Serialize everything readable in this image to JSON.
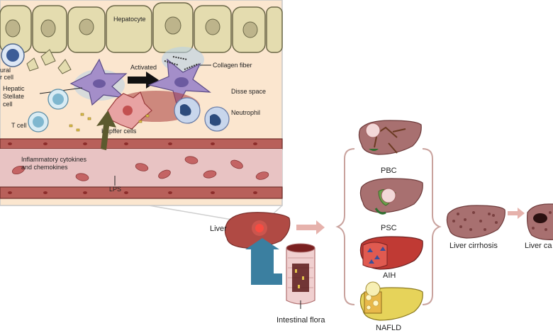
{
  "inset": {
    "labels": {
      "hepatocyte": "Hepatocyte",
      "natural_killer": "ural\nr cell",
      "activated": "Activated",
      "collagen_fiber": "Collagen fiber",
      "hepatic_stellate": "Hepatic\nStellate\ncell",
      "disse_space": "Disse space",
      "neutrophil": "Neutrophil",
      "t_cell": "T cell",
      "kupffer": "Kupffer cells",
      "cytokines": "Inflammatory cytokines\nand chemokines",
      "lps": "LPS"
    }
  },
  "flow": {
    "liver": "Liver",
    "intestinal_flora": "Intestinal flora",
    "diseases": [
      "PBC",
      "PSC",
      "AIH",
      "NAFLD"
    ],
    "cirrhosis": "Liver cirrhosis",
    "cancer": "Liver ca"
  },
  "colors": {
    "liver": "#b04a44",
    "liver_dark": "#8c3530",
    "cirrhosis": "#a87070",
    "arrow_pink": "#e6b2ac",
    "arrow_blue": "#3b7fa0",
    "plasma": "#fbe6cf",
    "vessel": "#b8605a",
    "stellate": "#a48ec9",
    "nafld_yellow": "#e6d35a"
  }
}
